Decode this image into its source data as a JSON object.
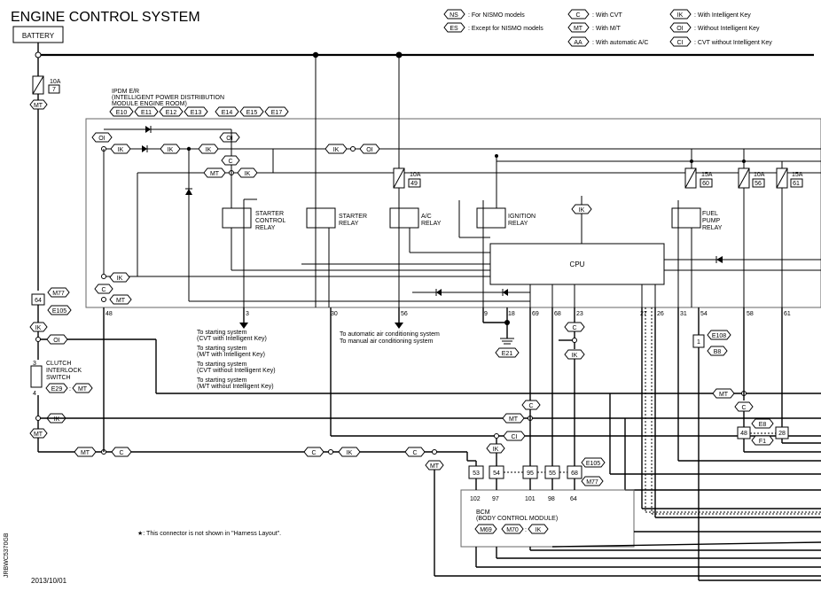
{
  "title": "ENGINE CONTROL SYSTEM",
  "battery": "BATTERY",
  "legend": [
    {
      "code": "NS",
      "text": ": For NISMO models"
    },
    {
      "code": "ES",
      "text": ": Except for NISMO models"
    },
    {
      "code": "C",
      "text": ": With CVT"
    },
    {
      "code": "MT",
      "text": ": With M/T"
    },
    {
      "code": "AA",
      "text": ": With automatic A/C"
    },
    {
      "code": "IK",
      "text": ": With Intelligent Key"
    },
    {
      "code": "OI",
      "text": ": Without Intelligent Key"
    },
    {
      "code": "CI",
      "text": ": CVT without Intelligent Key"
    }
  ],
  "ipdm": {
    "line1": "IPDM E/R",
    "line2": "(INTELLIGENT POWER DISTRIBUTION",
    "line3": "MODULE ENGINE ROOM)",
    "connectors": [
      "E10",
      "E11",
      "E12",
      "E13",
      "E14",
      "E15",
      "E17"
    ]
  },
  "fuses": [
    {
      "amp": "10A",
      "num": "7"
    },
    {
      "amp": "10A",
      "num": "49"
    },
    {
      "amp": "15A",
      "num": "60"
    },
    {
      "amp": "10A",
      "num": "56"
    },
    {
      "amp": "15A",
      "num": "61"
    }
  ],
  "relays": {
    "starter_control": [
      "STARTER",
      "CONTROL",
      "RELAY"
    ],
    "starter": [
      "STARTER",
      "RELAY"
    ],
    "ac": [
      "A/C",
      "RELAY"
    ],
    "ignition": [
      "IGNITION",
      "RELAY"
    ],
    "fuel_pump": [
      "FUEL",
      "PUMP",
      "RELAY"
    ]
  },
  "cpu": "CPU",
  "pins": {
    "p48": "48",
    "p3": "3",
    "p30": "30",
    "p56": "56",
    "p9": "9",
    "p18": "18",
    "p69": "69",
    "p68": "68",
    "p23": "23",
    "p27": "27",
    "p26": "26",
    "p31": "31",
    "p54": "54",
    "p58": "58",
    "p61": "61"
  },
  "codes": {
    "OI": "OI",
    "IK": "IK",
    "MT": "MT",
    "C": "C",
    "CI": "CI"
  },
  "connector_labels": {
    "m77": "M77",
    "e105": "E105",
    "p64": "64",
    "e21": "E21",
    "e108": "E108",
    "b8": "B8",
    "p1": "1",
    "e29": "E29",
    "e8": "E8",
    "f1": "F1",
    "p48b": "48",
    "p28": "28",
    "e105b": "E105",
    "m77b": "M77",
    "p3s": "3",
    "p4s": "4"
  },
  "starting_system": [
    "To starting system",
    "(CVT with Intelligent Key)",
    "To starting system",
    "(M/T with Intelligent Key)",
    "To starting system",
    "(CVT without Intelligent Key)",
    "To starting system",
    "(M/T without Intelligent Key)"
  ],
  "ac_system": [
    "To automatic air conditioning system",
    "To manual air conditioning system"
  ],
  "clutch": [
    "CLUTCH",
    "INTERLOCK",
    "SWITCH"
  ],
  "bcm": {
    "line1": "BCM",
    "line2": "(BODY CONTROL MODULE)",
    "connectors": [
      "M69",
      "M70"
    ],
    "code": "IK",
    "top_pins": [
      "53",
      "54",
      "95",
      "55",
      "68"
    ],
    "bottom_pins": [
      "102",
      "97",
      "101",
      "98",
      "64"
    ]
  },
  "note": "★: This connector is not shown in \"Harness Layout\".",
  "date": "2013/10/01",
  "doc_code": "JRBWC5370GB"
}
